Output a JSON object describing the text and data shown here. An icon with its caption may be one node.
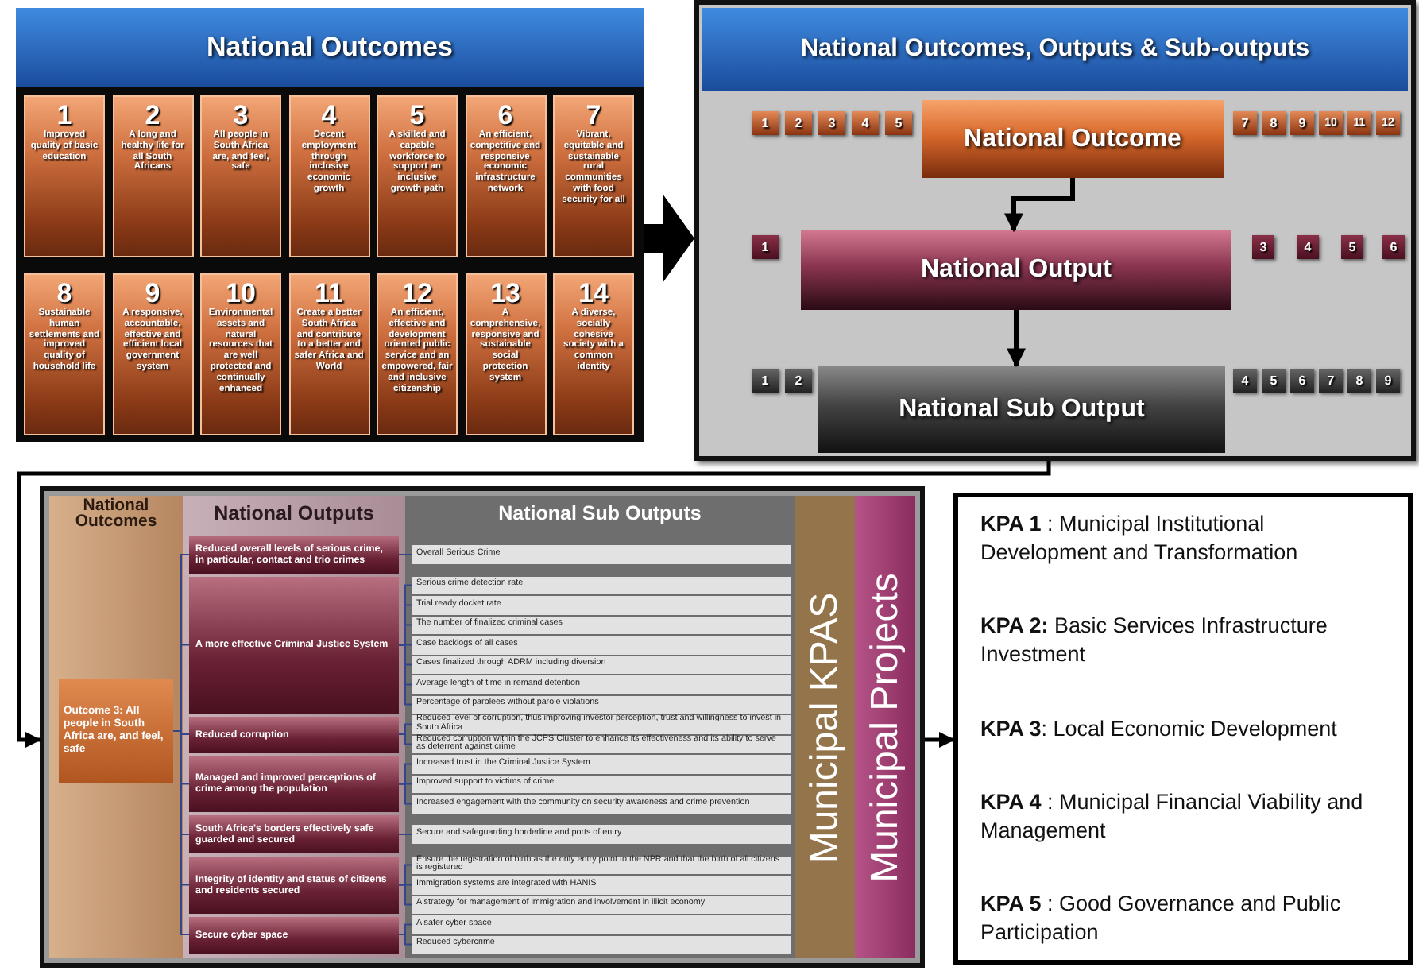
{
  "diagram": {
    "nodes": [
      {
        "text": [
          "National Outcomes"
        ]
      },
      {
        "text": [
          "1",
          "Improved quality of basic education"
        ],
        "in": 0
      },
      {
        "text": [
          "2",
          "A long and healthy life for all South Africans"
        ],
        "in": 0
      },
      {
        "text": [
          "3",
          "All people in South Africa are, and feel, safe"
        ],
        "in": 0
      },
      {
        "text": [
          "4",
          "Decent employment through inclusive economic growth"
        ],
        "in": 0
      },
      {
        "text": [
          "5",
          "A skilled and capable workforce to support an inclusive growth path"
        ],
        "in": 0
      },
      {
        "text": [
          "6",
          "An efficient, competitive and responsive economic infrastructure network"
        ],
        "in": 0
      },
      {
        "text": [
          "7",
          "Vibrant, equitable and sustainable rural communities with food security for all"
        ],
        "in": 0
      },
      {
        "text": [
          "8",
          "Sustainable human settlements and improved quality of household life"
        ],
        "in": 0
      },
      {
        "text": [
          "9",
          "A responsive, accountable, effective and efficient local government system"
        ],
        "in": 0
      },
      {
        "text": [
          "10",
          "Environmental assets and natural resources that are well protected and continually enhanced"
        ],
        "in": 0
      },
      {
        "text": [
          "11",
          "Create a better South Africa and contribute to a better and safer Africa and World"
        ],
        "in": 0
      },
      {
        "text": [
          "12",
          "An efficient, effective and development oriented public service and an empowered, fair and inclusive citizenship"
        ],
        "in": 0
      },
      {
        "text": [
          "13",
          "A comprehensive, responsive and sustainable social protection system"
        ],
        "in": 0
      },
      {
        "text": [
          "14",
          "A diverse, socially cohesive society with a common identity"
        ],
        "in": 0
      },
      {
        "text": [
          "National Outcomes, Outputs & Sub-outputs"
        ]
      },
      {
        "text": [
          "1"
        ],
        "in": 15
      },
      {
        "text": [
          "2"
        ],
        "in": 15
      },
      {
        "text": [
          "3"
        ],
        "in": 15
      },
      {
        "text": [
          "4"
        ],
        "in": 15
      },
      {
        "text": [
          "5"
        ],
        "in": 15
      },
      {
        "text": [
          "National Outcome"
        ],
        "in": 15
      },
      {
        "text": [
          "7"
        ],
        "in": 15
      },
      {
        "text": [
          "8"
        ],
        "in": 15
      },
      {
        "text": [
          "9"
        ],
        "in": 15
      },
      {
        "text": [
          "10"
        ],
        "in": 15
      },
      {
        "text": [
          "11"
        ],
        "in": 15
      },
      {
        "text": [
          "12"
        ],
        "in": 15
      },
      {
        "text": [
          "1"
        ],
        "in": 15
      },
      {
        "text": [
          "National Output"
        ],
        "in": 15
      },
      {
        "text": [
          "3"
        ],
        "in": 15
      },
      {
        "text": [
          "4"
        ],
        "in": 15
      },
      {
        "text": [
          "5"
        ],
        "in": 15
      },
      {
        "text": [
          "6"
        ],
        "in": 15
      },
      {
        "text": [
          "1"
        ],
        "in": 15
      },
      {
        "text": [
          "2"
        ],
        "in": 15
      },
      {
        "text": [
          "National Sub Output"
        ],
        "in": 15
      },
      {
        "text": [
          "4"
        ],
        "in": 15
      },
      {
        "text": [
          "5"
        ],
        "in": 15
      },
      {
        "text": [
          "6"
        ],
        "in": 15
      },
      {
        "text": [
          "7"
        ],
        "in": 15
      },
      {
        "text": [
          "8"
        ],
        "in": 15
      },
      {
        "text": [
          "9"
        ],
        "in": 15
      },
      {
        "text": [],
        "shape": "box"
      },
      {
        "text": [
          "National Outcomes"
        ],
        "in": 43
      },
      {
        "text": [
          "National Outputs"
        ],
        "in": 43
      },
      {
        "text": [
          "National Sub Outputs"
        ],
        "in": 43
      },
      {
        "text": [
          "Municipal KPAS"
        ],
        "in": 43
      },
      {
        "text": [
          "Municipal Projects"
        ],
        "in": 43
      },
      {
        "text": [
          "Outcome 3: All people in South Africa are, and feel, safe"
        ],
        "in": 44
      },
      {
        "text": [
          "Reduced overall levels of serious crime, in particular, contact and trio crimes"
        ],
        "in": 45
      },
      {
        "text": [
          "A more effective Criminal Justice System"
        ],
        "in": 45
      },
      {
        "text": [
          "Reduced corruption"
        ],
        "in": 45
      },
      {
        "text": [
          "Managed and improved perceptions of crime among the population"
        ],
        "in": 45
      },
      {
        "text": [
          "South Africa's borders effectively safe guarded and secured"
        ],
        "in": 45
      },
      {
        "text": [
          "Integrity of identity and status of citizens and residents secured"
        ],
        "in": 45
      },
      {
        "text": [
          "Secure cyber space"
        ],
        "in": 45
      },
      {
        "text": [
          "Overall Serious Crime"
        ],
        "in": 46
      },
      {
        "text": [
          "Serious crime detection rate"
        ],
        "in": 46
      },
      {
        "text": [
          "Trial ready docket rate"
        ],
        "in": 46
      },
      {
        "text": [
          "The number of finalized criminal cases"
        ],
        "in": 46
      },
      {
        "text": [
          "Case backlogs of all cases"
        ],
        "in": 46
      },
      {
        "text": [
          "Cases finalized through ADRM including diversion"
        ],
        "in": 46
      },
      {
        "text": [
          "Average length of time in remand detention"
        ],
        "in": 46
      },
      {
        "text": [
          "Percentage of parolees without parole violations"
        ],
        "in": 46
      },
      {
        "text": [
          "Reduced level of corruption, thus improving investor perception, trust and willingness to invest in South Africa"
        ],
        "in": 46
      },
      {
        "text": [
          "Reduced corruption within the JCPS Cluster to enhance its effectiveness and its ability to serve as deterrent against crime"
        ],
        "in": 46
      },
      {
        "text": [
          "Increased trust in the Criminal Justice System"
        ],
        "in": 46
      },
      {
        "text": [
          "Improved support to victims of crime"
        ],
        "in": 46
      },
      {
        "text": [
          "Increased engagement with the community on security awareness and crime prevention"
        ],
        "in": 46
      },
      {
        "text": [
          "Secure and safeguarding borderline and ports of entry"
        ],
        "in": 46
      },
      {
        "text": [
          "Ensure the registration of birth as the only entry point to the NPR and that the birth of all citizens is registered"
        ],
        "in": 46
      },
      {
        "text": [
          "Immigration systems are integrated with HANIS"
        ],
        "in": 46
      },
      {
        "text": [
          "A strategy for management of immigration and involvement in illicit economy"
        ],
        "in": 46
      },
      {
        "text": [
          "A safer cyber space"
        ],
        "in": 46
      },
      {
        "text": [
          "Reduced cybercrime"
        ],
        "in": 46
      },
      {
        "text": [
          "**KPA 1** : Municipal Institutional Development and Transformation",
          "**KPA 2:** Basic Services Infrastructure Investment",
          "**KPA 3**: Local Economic Development",
          "**KPA 4** : Municipal Financial Viability and Management",
          "**KPA 5** : Good Governance and Public Participation"
        ]
      }
    ],
    "edges": [
      {
        "from": 0,
        "to": 15,
        "arrow": "to",
        "style": "thick",
        "color": "#000000"
      },
      {
        "from": 21,
        "to": 29,
        "arrow": "to",
        "style": "thick",
        "color": "#000000"
      },
      {
        "from": 29,
        "to": 36,
        "arrow": "to",
        "style": "thick",
        "color": "#000000"
      },
      {
        "from": 15,
        "to": 43,
        "arrow": "to",
        "style": "thick",
        "color": "#000000"
      },
      {
        "from": 43,
        "to": 76,
        "arrow": "to",
        "style": "thick",
        "color": "#000000"
      },
      {
        "from": 49,
        "to": 50,
        "arrow": "none"
      },
      {
        "from": 49,
        "to": 51,
        "arrow": "none"
      },
      {
        "from": 49,
        "to": 52,
        "arrow": "none"
      },
      {
        "from": 49,
        "to": 53,
        "arrow": "none"
      },
      {
        "from": 49,
        "to": 54,
        "arrow": "none"
      },
      {
        "from": 49,
        "to": 55,
        "arrow": "none"
      },
      {
        "from": 49,
        "to": 56,
        "arrow": "none"
      },
      {
        "from": 50,
        "to": 57,
        "arrow": "none"
      },
      {
        "from": 51,
        "to": 58,
        "arrow": "none"
      },
      {
        "from": 51,
        "to": 59,
        "arrow": "none"
      },
      {
        "from": 51,
        "to": 60,
        "arrow": "none"
      },
      {
        "from": 51,
        "to": 61,
        "arrow": "none"
      },
      {
        "from": 51,
        "to": 62,
        "arrow": "none"
      },
      {
        "from": 51,
        "to": 63,
        "arrow": "none"
      },
      {
        "from": 51,
        "to": 64,
        "arrow": "none"
      },
      {
        "from": 52,
        "to": 65,
        "arrow": "none"
      },
      {
        "from": 52,
        "to": 66,
        "arrow": "none"
      },
      {
        "from": 53,
        "to": 67,
        "arrow": "none"
      },
      {
        "from": 53,
        "to": 68,
        "arrow": "none"
      },
      {
        "from": 53,
        "to": 69,
        "arrow": "none"
      },
      {
        "from": 54,
        "to": 70,
        "arrow": "none"
      },
      {
        "from": 55,
        "to": 71,
        "arrow": "none"
      },
      {
        "from": 55,
        "to": 72,
        "arrow": "none"
      },
      {
        "from": 55,
        "to": 73,
        "arrow": "none"
      },
      {
        "from": 56,
        "to": 74,
        "arrow": "none"
      },
      {
        "from": 56,
        "to": 75,
        "arrow": "none"
      }
    ]
  }
}
